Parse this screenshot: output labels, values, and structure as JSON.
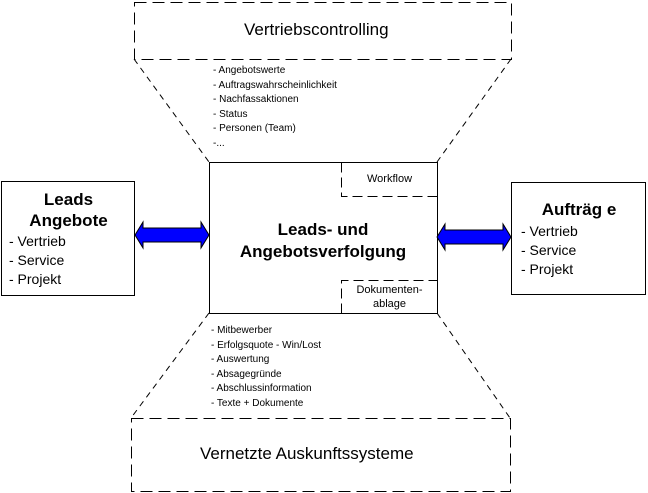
{
  "top": {
    "title": "Vertriebscontrolling",
    "items": [
      "- Angebotswerte",
      "- Auftragswahrscheinlichkeit",
      "- Nachfassaktionen",
      "- Status",
      "- Personen (Team)",
      "-..."
    ]
  },
  "center": {
    "title_line1": "Leads- und",
    "title_line2": "Angebotsverfolgung",
    "workflow": "Workflow",
    "docs_line1": "Dokumenten-",
    "docs_line2": "ablage"
  },
  "left": {
    "title_line1": "Leads",
    "title_line2": "Angebote",
    "items": [
      "- Vertrieb",
      "- Service",
      "- Projekt"
    ]
  },
  "right": {
    "title": "Aufträg e",
    "items": [
      "- Vertrieb",
      "- Service",
      "- Projekt"
    ]
  },
  "bottom": {
    "title": "Vernetzte Auskunftssysteme",
    "items": [
      "- Mitbewerber",
      "- Erfolgsquote - Win/Lost",
      "- Auswertung",
      "- Absagegründe",
      "- Abschlussinformation",
      "- Texte + Dokumente"
    ]
  },
  "colors": {
    "arrow": "#0000ff"
  }
}
